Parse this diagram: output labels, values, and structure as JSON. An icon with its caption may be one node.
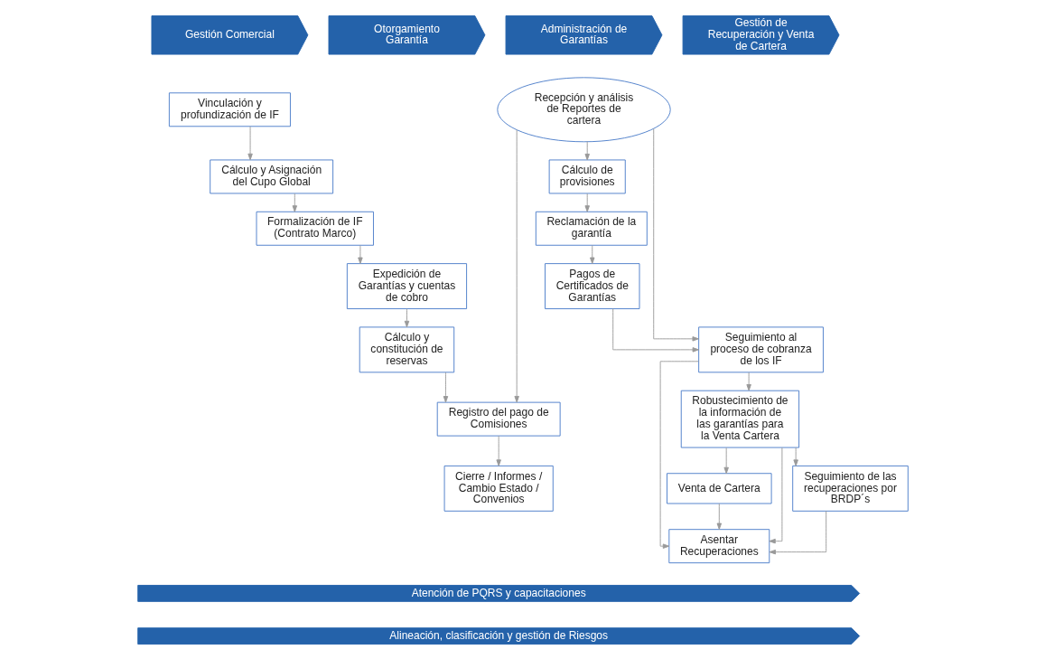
{
  "diagram": {
    "nodes": [
      {
        "text": [
          "Gestión Comercial"
        ]
      },
      {
        "text": [
          "Otorgamiento Garantía"
        ]
      },
      {
        "text": [
          "Administración de Garantías"
        ]
      },
      {
        "text": [
          "Gestión de Recuperación y Venta de Cartera"
        ]
      },
      {
        "text": [
          "Vinculación y profundización de IF"
        ]
      },
      {
        "text": [
          "Cálculo y Asignación del Cupo Global"
        ]
      },
      {
        "text": [
          "Formalización de IF (Contrato Marco)"
        ]
      },
      {
        "text": [
          "Expedición de Garantías y cuentas de cobro"
        ]
      },
      {
        "text": [
          "Cálculo y constitución de reservas"
        ]
      },
      {
        "text": [
          "Recepción y análisis de Reportes de cartera"
        ]
      },
      {
        "text": [
          "Registro del pago de Comisiones"
        ]
      },
      {
        "text": [
          "Cierre / Informes / Cambio Estado / Convenios"
        ]
      },
      {
        "text": [
          "Cálculo de provisiones"
        ]
      },
      {
        "text": [
          "Reclamación de la garantía"
        ]
      },
      {
        "text": [
          "Pagos de Certificados de Garantías"
        ]
      },
      {
        "text": [
          "Seguimiento al proceso de cobranza de los IF"
        ]
      },
      {
        "text": [
          "Robustecimiento de la información de las garantías para la Venta Cartera"
        ]
      },
      {
        "text": [
          "Venta de Cartera"
        ]
      },
      {
        "text": [
          "Seguimiento de las recuperaciones por BRDP´s"
        ]
      },
      {
        "text": [
          "Asentar Recuperaciones"
        ]
      },
      {
        "text": [
          "Atención de PQRS y capacitaciones"
        ]
      },
      {
        "text": [
          "Alineación, clasificación y gestión de Riesgos"
        ]
      }
    ],
    "edges": [
      {
        "from": 4,
        "to": 5,
        "arrow": "to"
      },
      {
        "from": 5,
        "to": 6,
        "arrow": "to"
      },
      {
        "from": 6,
        "to": 7,
        "arrow": "to"
      },
      {
        "from": 7,
        "to": 8,
        "arrow": "to"
      },
      {
        "from": 8,
        "to": 10,
        "arrow": "to"
      },
      {
        "from": 9,
        "to": 10,
        "arrow": "to"
      },
      {
        "from": 9,
        "to": 12,
        "arrow": "to"
      },
      {
        "from": 10,
        "to": 11,
        "arrow": "to"
      },
      {
        "from": 12,
        "to": 13,
        "arrow": "to"
      },
      {
        "from": 13,
        "to": 14,
        "arrow": "to"
      },
      {
        "from": 9,
        "to": 15,
        "arrow": "to"
      },
      {
        "from": 14,
        "to": 15,
        "arrow": "to"
      },
      {
        "from": 15,
        "to": 16,
        "arrow": "to"
      },
      {
        "from": 16,
        "to": 17,
        "arrow": "to"
      },
      {
        "from": 16,
        "to": 18,
        "arrow": "to"
      },
      {
        "from": 17,
        "to": 19,
        "arrow": "to"
      },
      {
        "from": 18,
        "to": 19,
        "arrow": "to"
      },
      {
        "from": 15,
        "to": 19,
        "arrow": "to"
      },
      {
        "from": 16,
        "to": 19,
        "arrow": "to"
      }
    ]
  }
}
